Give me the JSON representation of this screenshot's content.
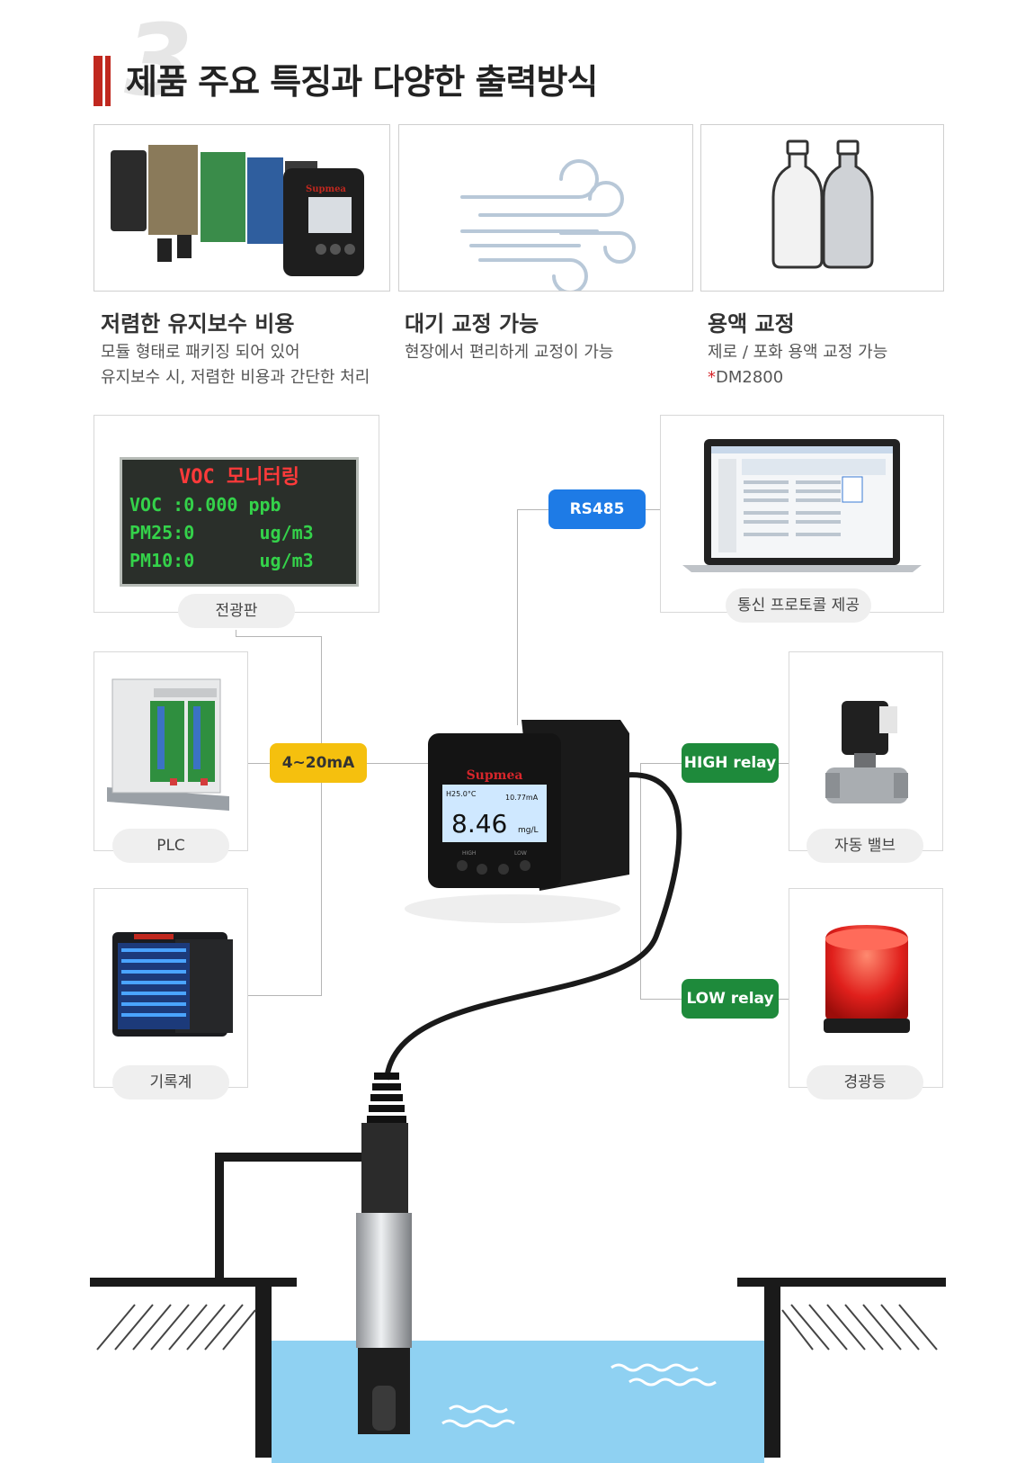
{
  "header": {
    "number": "3",
    "title": "제품 주요 특징과 다양한 출력방식"
  },
  "features": [
    {
      "title": "저렴한 유지보수 비용",
      "desc_lines": [
        "모듈 형태로 패키징 되어 있어",
        "유지보수 시, 저렴한 비용과 간단한 처리"
      ]
    },
    {
      "title": "대기 교정 가능",
      "desc_lines": [
        "현장에서 편리하게 교정이 가능"
      ]
    },
    {
      "title": "용액 교정",
      "desc_lines": [
        "제로 / 포화 용액 교정 가능"
      ],
      "note_mark": "*",
      "note": "DM2800"
    }
  ],
  "devices": {
    "display_board": {
      "label": "전광판",
      "led_lines": [
        "VOC 모니터링",
        "VOC :0.000 ppb",
        "PM25:0      ug/m3",
        "PM10:0      ug/m3"
      ]
    },
    "protocol": {
      "label": "통신 프로토콜 제공"
    },
    "plc": {
      "label": "PLC"
    },
    "recorder": {
      "label": "기록계"
    },
    "valve": {
      "label": "자동 밸브"
    },
    "beacon": {
      "label": "경광등"
    }
  },
  "outputs": {
    "rs485": "RS485",
    "analog": "4~20mA",
    "high_relay": "HIGH relay",
    "low_relay": "LOW relay"
  },
  "controller": {
    "brand": "Supmea",
    "temp": "H25.0°C",
    "current": "10.77mA",
    "reading": "8.46",
    "unit": "mg/L",
    "btn_high": "HIGH",
    "btn_low": "LOW"
  },
  "colors": {
    "accent_red": "#c0281f",
    "rs485_blue": "#1e7be6",
    "analog_yellow": "#f5c00e",
    "relay_green": "#1e8a3b",
    "water": "#8fd1f2"
  }
}
